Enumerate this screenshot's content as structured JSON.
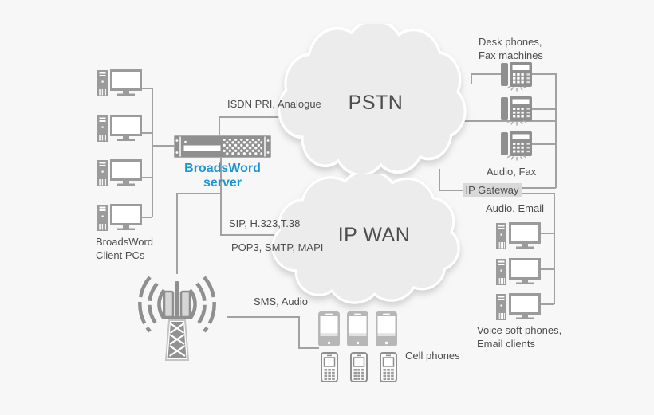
{
  "clouds": {
    "pstn": {
      "label": "PSTN"
    },
    "ip_wan": {
      "label": "IP WAN"
    }
  },
  "server": {
    "label": "BroadsWord server"
  },
  "gateway": {
    "label": "IP Gateway"
  },
  "groups": {
    "client_pcs": {
      "label": [
        "BroadsWord",
        "Client PCs"
      ],
      "count": 4
    },
    "desk_phones": {
      "label": [
        "Desk phones,",
        "Fax machines"
      ],
      "count": 3
    },
    "soft_phone_pcs": {
      "label": [
        "Voice soft phones,",
        "Email clients"
      ],
      "count": 3
    },
    "cell_phones": {
      "label": "Cell phones",
      "smartphones": 3,
      "feature_phones": 3
    }
  },
  "connection_labels": {
    "isdn": "ISDN PRI, Analogue",
    "sip": "SIP, H.323,T.38",
    "pop3": "POP3, SMTP, MAPI",
    "sms": "SMS, Audio",
    "audio_fax": "Audio, Fax",
    "audio_email": "Audio, Email"
  },
  "colors": {
    "background": "#f7f7f7",
    "icon_gray": "#8f8f8f",
    "pc_gray": "#9b9b9b",
    "smartphone_gray": "#b7b7b7",
    "line_gray": "#a2a2a2",
    "cloud_fill": "#ececec",
    "label_text": "#4d4d4d",
    "accent_blue": "#1b96d4",
    "gateway_bg": "#d9d9d9"
  }
}
